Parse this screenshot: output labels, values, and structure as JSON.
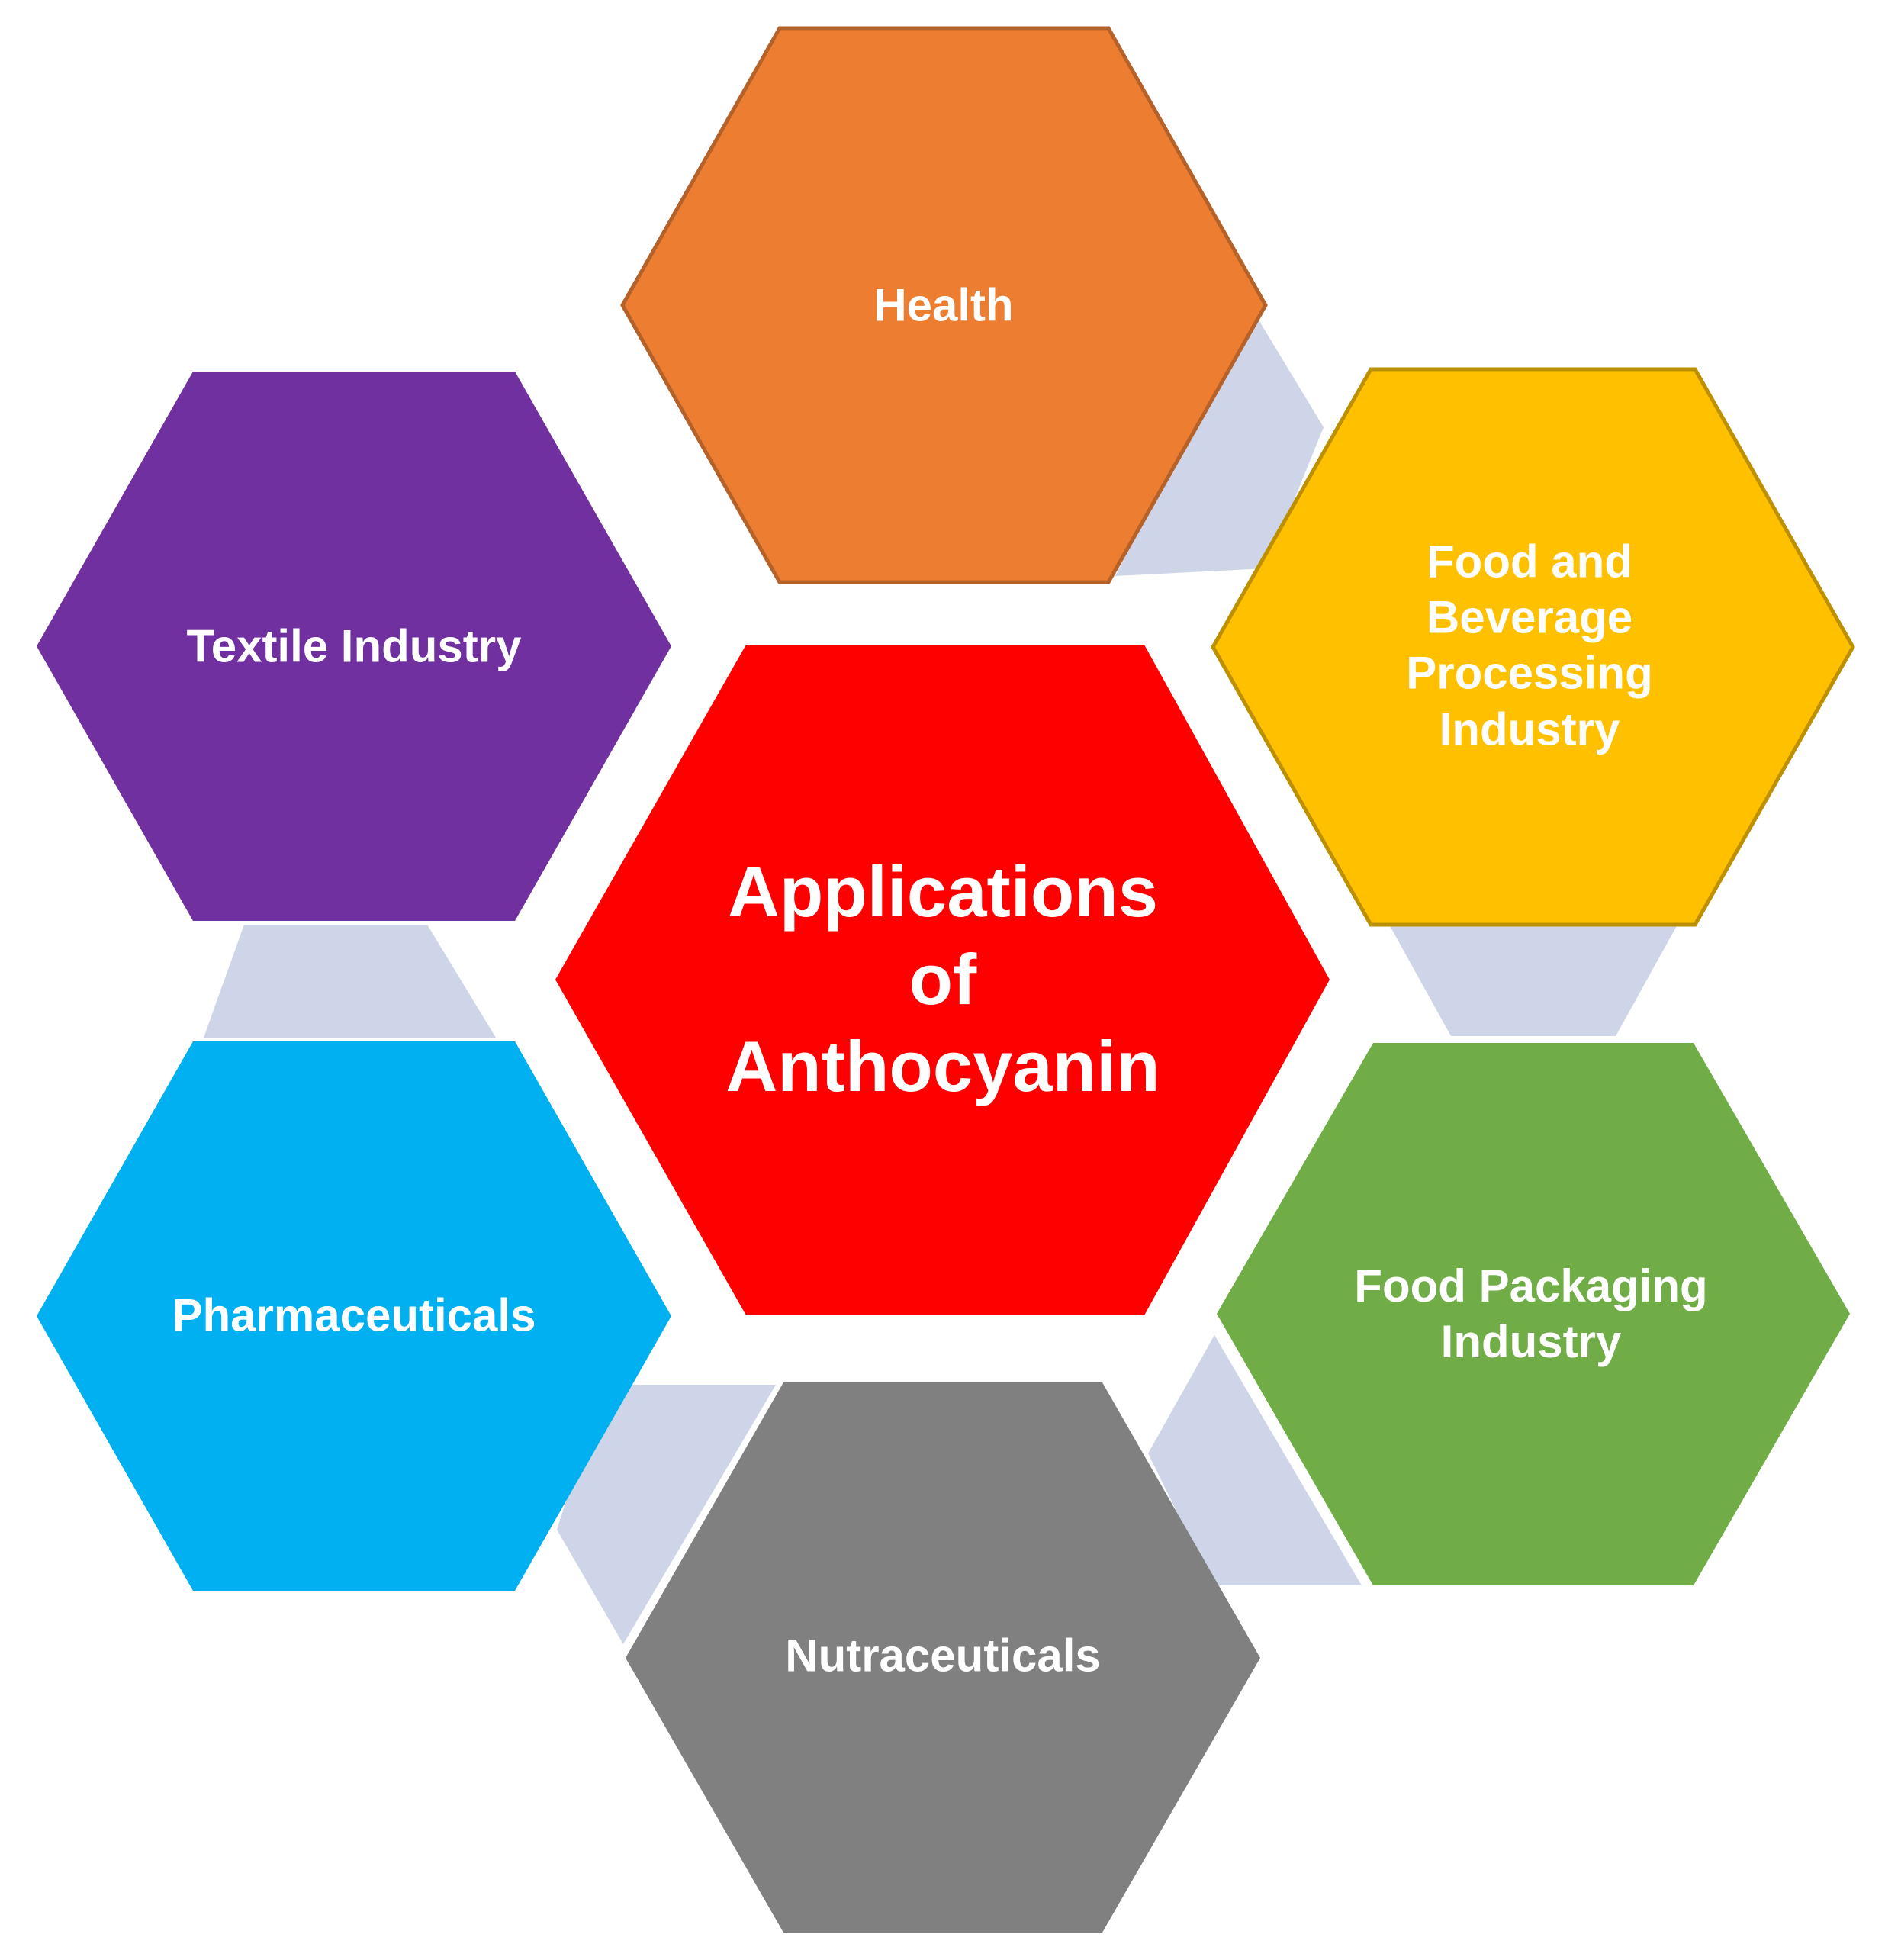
{
  "title": "Applications of Anthocyanin",
  "title_lines": "Applications\nof\nAnthocyanin",
  "colors": {
    "center": "#FF0000",
    "connector": "#CFD5E8",
    "health": "#ED7D31",
    "food_beverage": "#FFC000",
    "food_packaging": "#70AD47",
    "nutraceuticals": "#808080",
    "pharmaceuticals": "#00B0F0",
    "textile": "#7030A0"
  },
  "nodes": [
    {
      "id": "health",
      "label": "Health"
    },
    {
      "id": "food-beverage",
      "label": "Food and\nBeverage\nProcessing\nIndustry"
    },
    {
      "id": "food-packaging",
      "label": "Food Packaging\nIndustry"
    },
    {
      "id": "nutraceuticals",
      "label": "Nutraceuticals"
    },
    {
      "id": "pharmaceuticals",
      "label": "Pharmaceuticals"
    },
    {
      "id": "textile",
      "label": "Textile Industry"
    }
  ]
}
